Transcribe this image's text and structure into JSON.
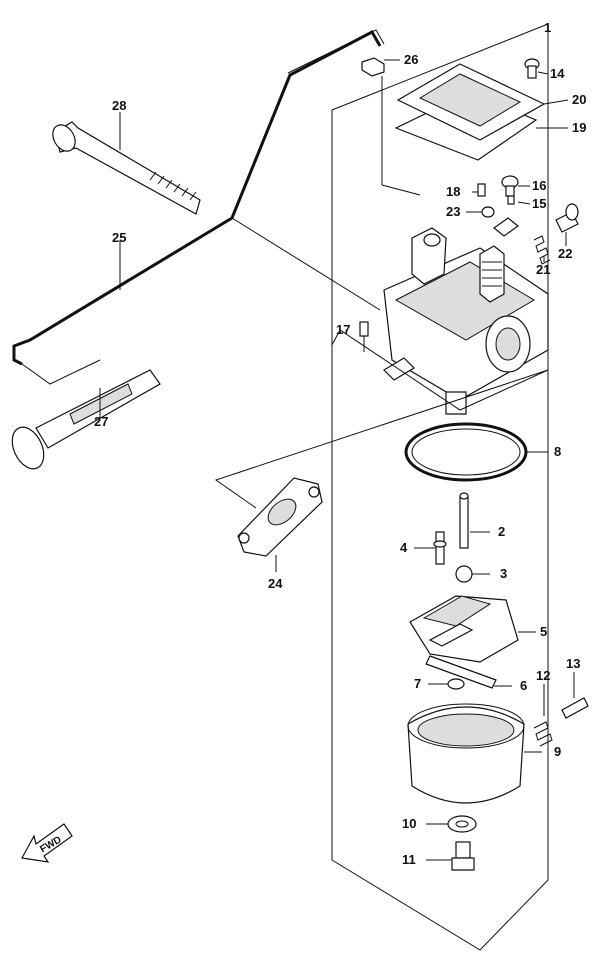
{
  "diagram": {
    "parts": [
      {
        "id": "part-1",
        "label": "1"
      },
      {
        "id": "part-2",
        "label": "2"
      },
      {
        "id": "part-3",
        "label": "3"
      },
      {
        "id": "part-4",
        "label": "4"
      },
      {
        "id": "part-5",
        "label": "5"
      },
      {
        "id": "part-6",
        "label": "6"
      },
      {
        "id": "part-7",
        "label": "7"
      },
      {
        "id": "part-8",
        "label": "8"
      },
      {
        "id": "part-9",
        "label": "9"
      },
      {
        "id": "part-10",
        "label": "10"
      },
      {
        "id": "part-11",
        "label": "11"
      },
      {
        "id": "part-12",
        "label": "12"
      },
      {
        "id": "part-13",
        "label": "13"
      },
      {
        "id": "part-14",
        "label": "14"
      },
      {
        "id": "part-15",
        "label": "15"
      },
      {
        "id": "part-16",
        "label": "16"
      },
      {
        "id": "part-17",
        "label": "17"
      },
      {
        "id": "part-18",
        "label": "18"
      },
      {
        "id": "part-19",
        "label": "19"
      },
      {
        "id": "part-20",
        "label": "20"
      },
      {
        "id": "part-21",
        "label": "21"
      },
      {
        "id": "part-22",
        "label": "22"
      },
      {
        "id": "part-23",
        "label": "23"
      },
      {
        "id": "part-24",
        "label": "24"
      },
      {
        "id": "part-25",
        "label": "25"
      },
      {
        "id": "part-26",
        "label": "26"
      },
      {
        "id": "part-27",
        "label": "27"
      },
      {
        "id": "part-28",
        "label": "28"
      }
    ],
    "direction_marker": "FWD"
  }
}
